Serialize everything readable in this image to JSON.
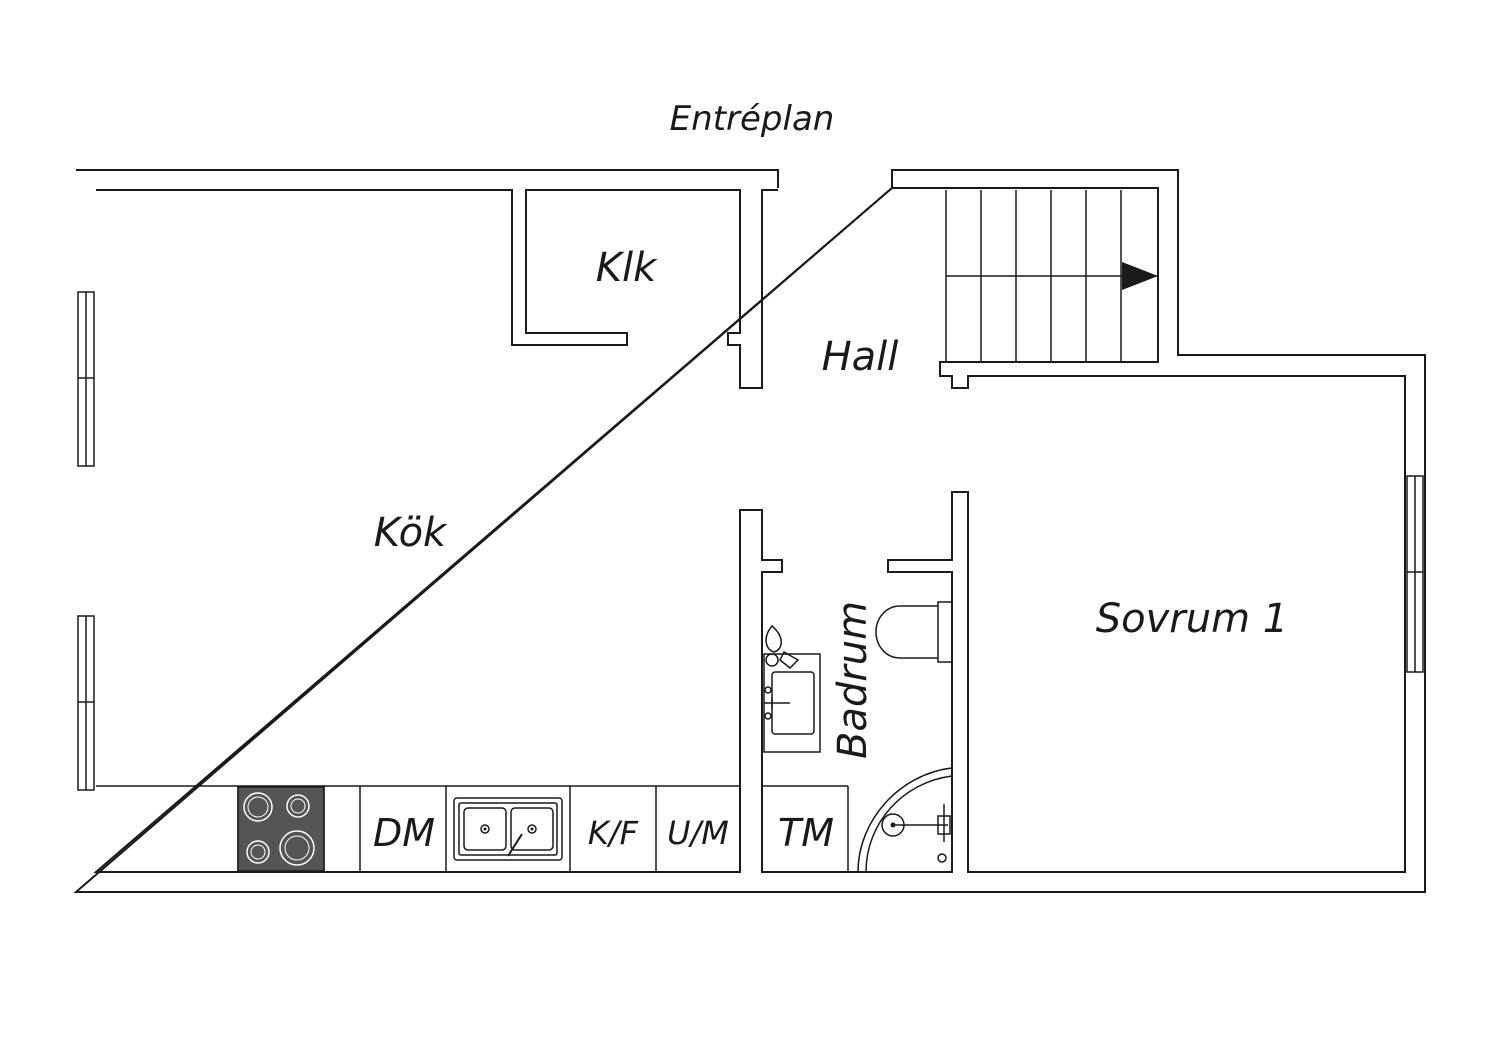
{
  "title": "Entréplan",
  "rooms": {
    "kok": "Kök",
    "klk": "Klk",
    "hall": "Hall",
    "badrum": "Badrum",
    "sovrum": "Sovrum 1"
  },
  "appliances": {
    "dm": "DM",
    "kf": "K/F",
    "um": "U/M",
    "tm": "TM"
  },
  "colors": {
    "line": "#1a1a1a",
    "stove": "#555555"
  }
}
